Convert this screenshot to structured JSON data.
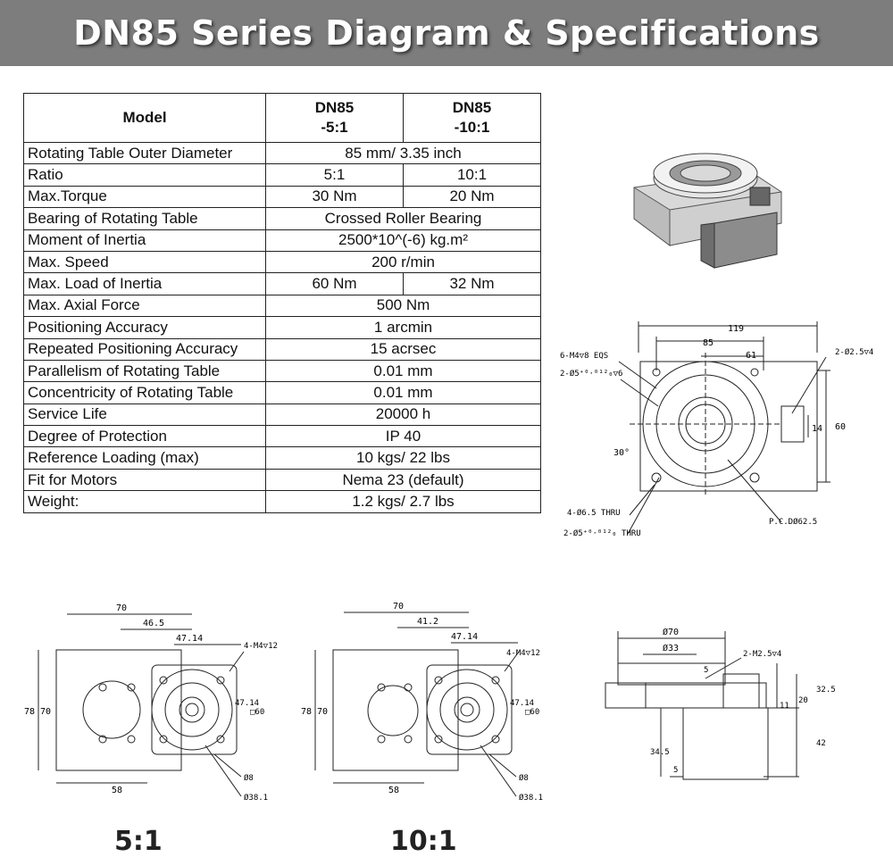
{
  "banner": {
    "title": "DN85 Series Diagram & Specifications"
  },
  "table": {
    "header": {
      "model": "Model",
      "col1": "DN85\n-5:1",
      "col2": "DN85\n-10:1",
      "col1_l1": "DN85",
      "col1_l2": "-5:1",
      "col2_l1": "DN85",
      "col2_l2": "-10:1"
    },
    "rows": [
      {
        "label": "Rotating Table Outer Diameter",
        "merged": "85 mm/ 3.35 inch"
      },
      {
        "label": "Ratio",
        "v1": "5:1",
        "v2": "10:1"
      },
      {
        "label": "Max.Torque",
        "v1": "30 Nm",
        "v2": "20 Nm"
      },
      {
        "label": "Bearing of Rotating Table",
        "merged": "Crossed Roller Bearing"
      },
      {
        "label": "Moment of Inertia",
        "merged": "2500*10^(-6) kg.m²"
      },
      {
        "label": "Max. Speed",
        "merged": "200 r/min"
      },
      {
        "label": "Max. Load of Inertia",
        "v1": "60 Nm",
        "v2": "32 Nm"
      },
      {
        "label": "Max. Axial Force",
        "merged": "500 Nm"
      },
      {
        "label": "Positioning Accuracy",
        "merged": "1 arcmin"
      },
      {
        "label": "Repeated Positioning Accuracy",
        "merged": "15 acrsec"
      },
      {
        "label": "Parallelism of Rotating Table",
        "merged": "0.01 mm"
      },
      {
        "label": "Concentricity of Rotating Table",
        "merged": "0.01 mm"
      },
      {
        "label": "Service Life",
        "merged": "20000 h"
      },
      {
        "label": "Degree of Protection",
        "merged": "IP 40"
      },
      {
        "label": "Reference Loading (max)",
        "merged": "10 kgs/ 22 lbs"
      },
      {
        "label": "Fit for Motors",
        "merged": "Nema 23 (default)"
      },
      {
        "label": "Weight:",
        "merged": "1.2 kgs/ 2.7 lbs"
      }
    ]
  },
  "top_view": {
    "dim_119": "119",
    "dim_85": "85",
    "dim_61": "61",
    "lbl_m4": "6-M4▽8 EQS",
    "lbl_d5": "2-Ø5⁺⁰·⁰¹²₀▽6",
    "lbl_d25": "2-Ø2.5▽4",
    "dim_14": "14",
    "dim_60": "60",
    "angle": "30°",
    "lbl_thru": "4-Ø6.5 THRU",
    "lbl_d5thru": "2-Ø5⁺⁰·⁰¹²₀ THRU",
    "lbl_pcd": "P.C.DØ62.5"
  },
  "bottom_5": {
    "dim_70": "70",
    "dim_46": "46.5",
    "dim_4714": "47.14",
    "lbl_m4": "4-M4▽12",
    "dim_78": "78",
    "dim_70v": "70",
    "dim_4714v": "47.14",
    "dim_sq60": "□60",
    "dim_58": "58",
    "dim_d8": "Ø8",
    "dim_d38": "Ø38.1",
    "ratio": "5:1"
  },
  "bottom_10": {
    "dim_70": "70",
    "dim_41": "41.2",
    "dim_4714": "47.14",
    "lbl_m4": "4-M4▽12",
    "dim_78": "78",
    "dim_70v": "70",
    "dim_4714v": "47.14",
    "dim_sq60": "□60",
    "dim_58": "58",
    "dim_d8": "Ø8",
    "dim_d38": "Ø38.1",
    "ratio": "10:1"
  },
  "side_view": {
    "dim_d70": "Ø70",
    "dim_d33": "Ø33",
    "lbl_m25": "2-M2.5▽4",
    "dim_5": "5",
    "dim_325": "32.5",
    "dim_20": "20",
    "dim_11": "11",
    "dim_42": "42",
    "dim_345": "34.5",
    "dim_5b": "5"
  }
}
